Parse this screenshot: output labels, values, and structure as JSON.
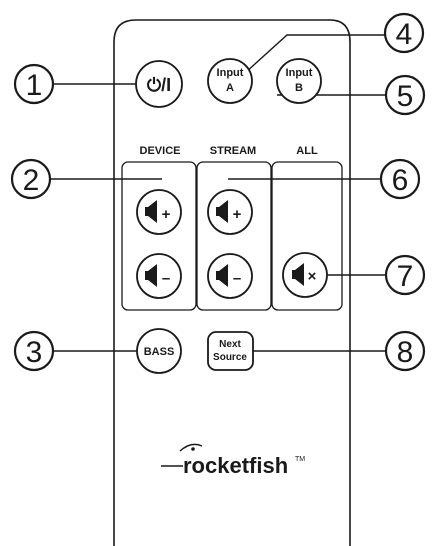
{
  "buttons": {
    "power_label": "⏻/I",
    "input_a_line1": "Input",
    "input_a_line2": "A",
    "input_b_line1": "Input",
    "input_b_line2": "B",
    "bass_label": "BASS",
    "next_source_line1": "Next",
    "next_source_line2": "Source",
    "vol_up_symbol": "+",
    "vol_down_symbol": "–",
    "mute_symbol": "×"
  },
  "groups": {
    "device": "DEVICE",
    "stream": "STREAM",
    "all": "ALL"
  },
  "callouts": [
    "1",
    "2",
    "3",
    "4",
    "5",
    "6",
    "7",
    "8"
  ],
  "logo": {
    "text": "rocketfish",
    "trademark": "TM"
  }
}
